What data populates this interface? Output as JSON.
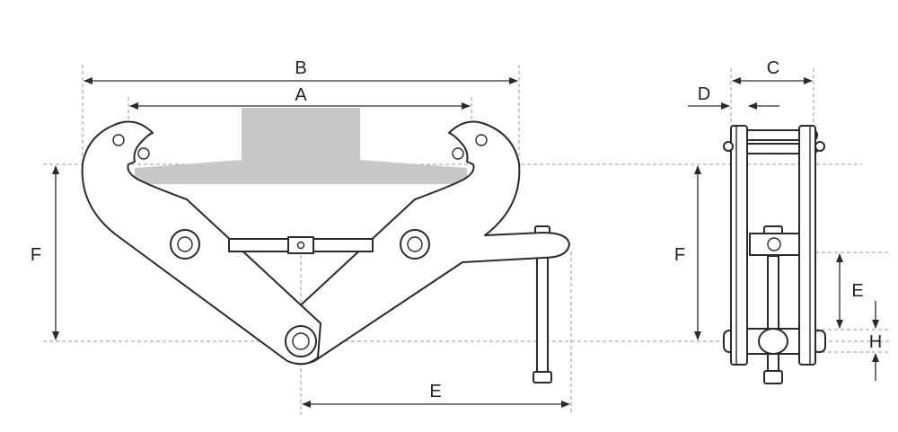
{
  "labels": {
    "B": "B",
    "A": "A",
    "F_front": "F",
    "E_front": "E",
    "C": "C",
    "D": "D",
    "F_side": "F",
    "E_side": "E",
    "H": "H"
  },
  "colors": {
    "load": "#c8c8c8",
    "line": "#2a2a2a",
    "guide": "#9a9a9a"
  }
}
